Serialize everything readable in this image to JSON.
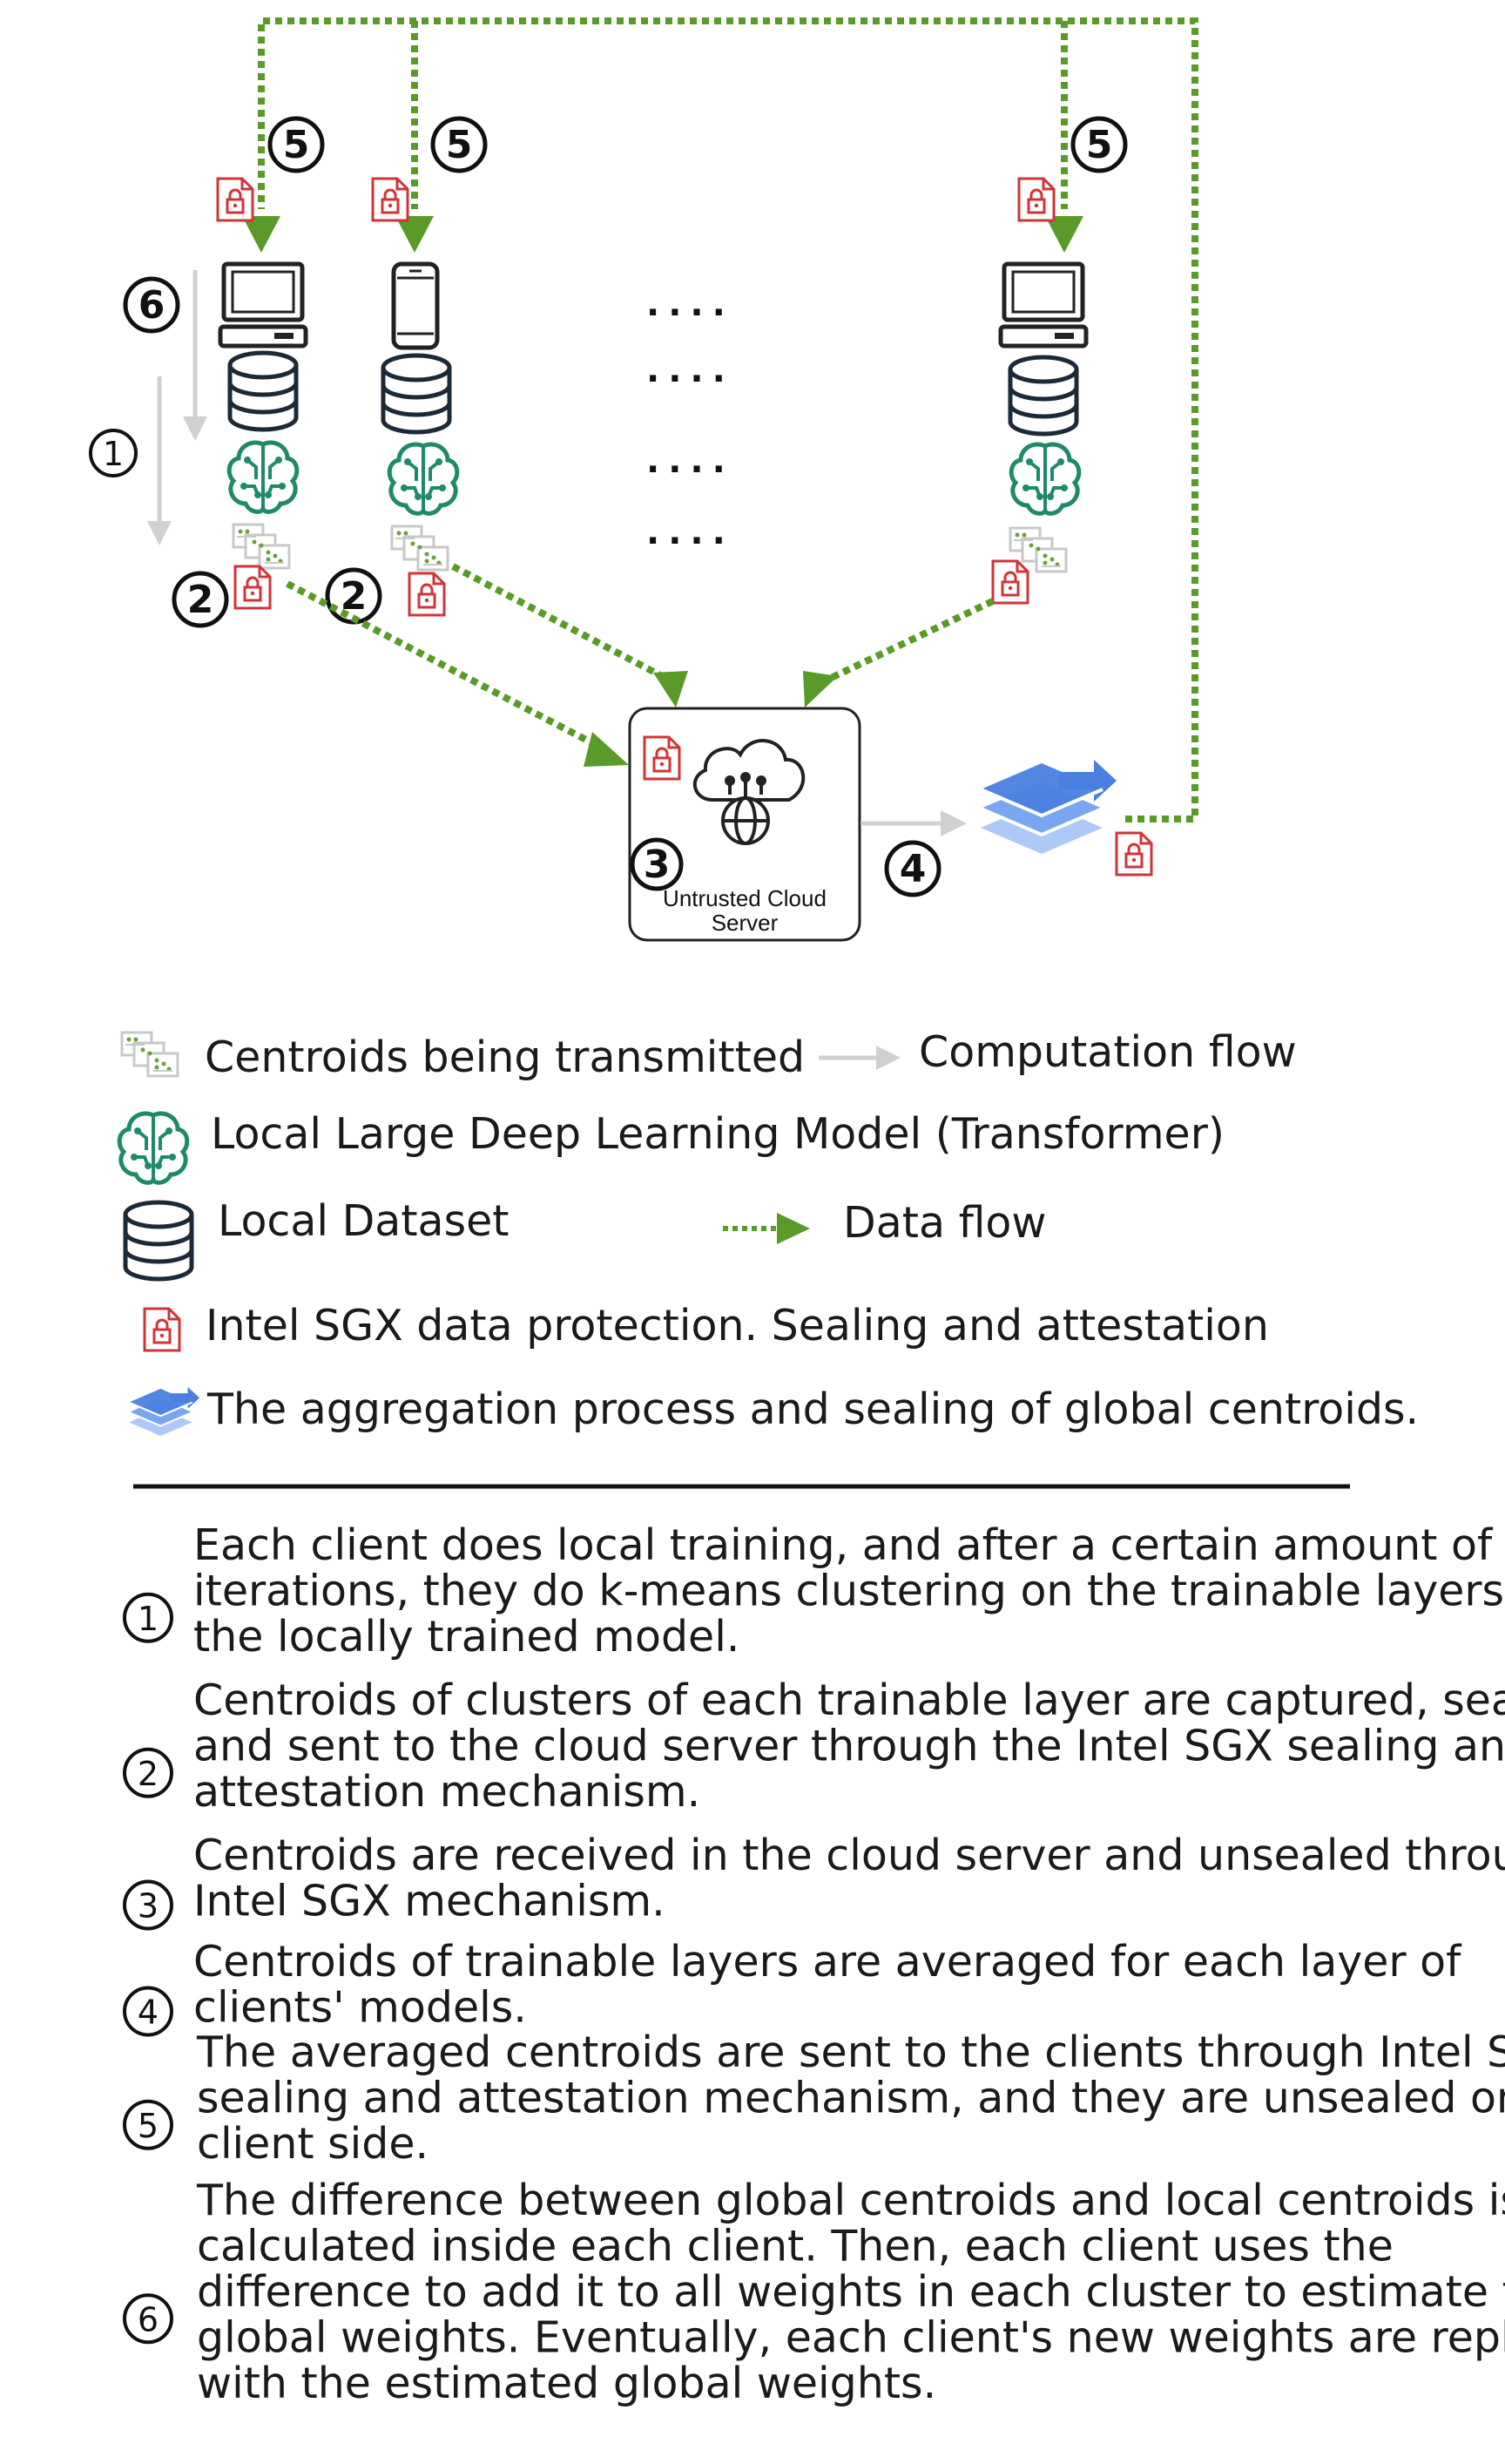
{
  "diagram": {
    "server_label": [
      "Untrusted Cloud",
      "Server"
    ],
    "ellipsis": "....",
    "step_markers": {
      "s1": "1",
      "s2": "2",
      "s3": "3",
      "s4": "4",
      "s5": "5",
      "s6": "6"
    }
  },
  "legend": {
    "centroids": "Centroids being transmitted",
    "computation_flow": "Computation flow",
    "model": "Local Large Deep Learning Model (Transformer)",
    "dataset": "Local Dataset",
    "data_flow": "Data flow",
    "sgx": "Intel SGX data protection. Sealing and attestation",
    "aggregation": "The aggregation process and sealing of global centroids."
  },
  "steps": [
    {
      "num": "1",
      "lines": [
        "Each client does local training, and after a certain amount of",
        "iterations, they do k-means clustering on the trainable layers of",
        "the locally trained model."
      ]
    },
    {
      "num": "2",
      "lines": [
        "Centroids of clusters of each trainable layer are captured, sealed,",
        "and sent to the cloud server through the Intel SGX sealing and",
        "attestation mechanism."
      ]
    },
    {
      "num": "3",
      "lines": [
        "Centroids are received in the cloud server and unsealed through",
        "Intel SGX mechanism."
      ]
    },
    {
      "num": "4",
      "lines": [
        "Centroids of trainable layers are averaged for each layer of",
        "clients' models."
      ]
    },
    {
      "num": "5",
      "lines": [
        "The averaged centroids are sent to the clients through Intel SGX",
        "sealing and attestation mechanism, and they are unsealed on",
        "client side."
      ]
    },
    {
      "num": "6",
      "lines": [
        "The difference between global centroids and local centroids is",
        "calculated inside each client. Then, each client uses the",
        "difference to add it to all weights in each cluster to estimate the",
        "global weights. Eventually, each client's new weights are replaced",
        "with the estimated global weights."
      ]
    }
  ],
  "colors": {
    "data_flow": "#5a9a28",
    "computation_flow": "#d0d0d0",
    "sgx_icon": "#d13438",
    "model_icon": "#1e8a6a",
    "aggregation_icon": "#4a7fe0"
  },
  "icons": [
    "laptop-icon",
    "phone-icon",
    "database-icon",
    "brain-chip-icon",
    "centroids-icon",
    "sgx-lock-icon",
    "cloud-globe-icon",
    "aggregation-stack-icon"
  ]
}
